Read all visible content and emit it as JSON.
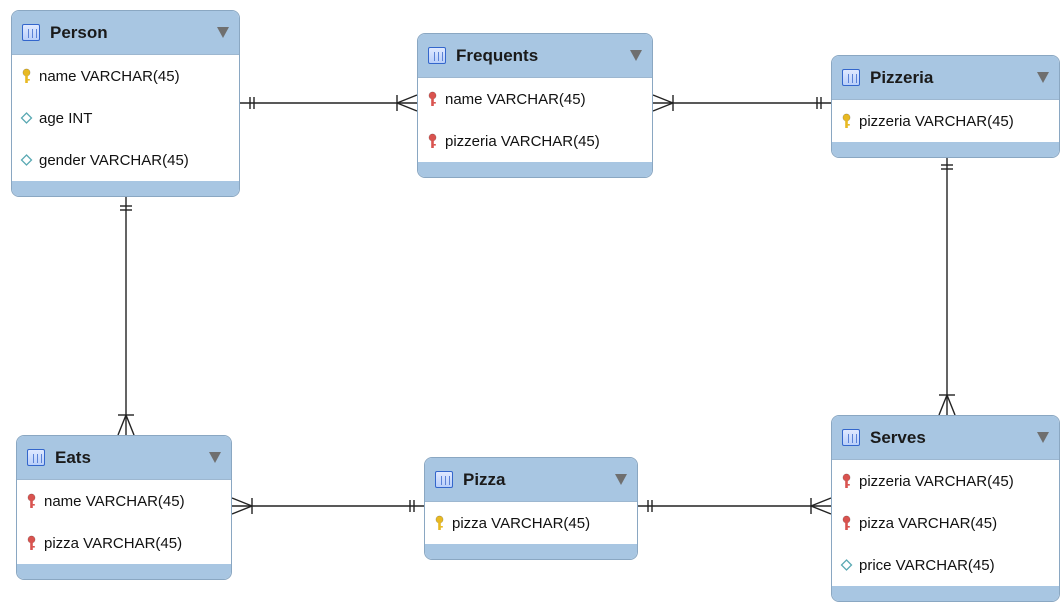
{
  "diagram": {
    "tables": [
      {
        "id": "person",
        "name": "Person",
        "columns": [
          {
            "text": "name VARCHAR(45)",
            "icon": "primary-key-icon",
            "color": "#e8b923"
          },
          {
            "text": "age INT",
            "icon": "column-diamond-icon",
            "color": "#5aa9b3"
          },
          {
            "text": "gender VARCHAR(45)",
            "icon": "column-diamond-icon",
            "color": "#5aa9b3"
          }
        ]
      },
      {
        "id": "frequents",
        "name": "Frequents",
        "columns": [
          {
            "text": "name VARCHAR(45)",
            "icon": "foreign-key-icon",
            "color": "#d9534f"
          },
          {
            "text": "pizzeria VARCHAR(45)",
            "icon": "foreign-key-icon",
            "color": "#d9534f"
          }
        ]
      },
      {
        "id": "pizzeria",
        "name": "Pizzeria",
        "columns": [
          {
            "text": "pizzeria VARCHAR(45)",
            "icon": "primary-key-icon",
            "color": "#e8b923"
          }
        ]
      },
      {
        "id": "eats",
        "name": "Eats",
        "columns": [
          {
            "text": "name VARCHAR(45)",
            "icon": "foreign-key-icon",
            "color": "#d9534f"
          },
          {
            "text": "pizza VARCHAR(45)",
            "icon": "foreign-key-icon",
            "color": "#d9534f"
          }
        ]
      },
      {
        "id": "pizza",
        "name": "Pizza",
        "columns": [
          {
            "text": "pizza VARCHAR(45)",
            "icon": "primary-key-icon",
            "color": "#e8b923"
          }
        ]
      },
      {
        "id": "serves",
        "name": "Serves",
        "columns": [
          {
            "text": "pizzeria VARCHAR(45)",
            "icon": "foreign-key-icon",
            "color": "#d9534f"
          },
          {
            "text": "pizza VARCHAR(45)",
            "icon": "foreign-key-icon",
            "color": "#d9534f"
          },
          {
            "text": "price VARCHAR(45)",
            "icon": "column-diamond-icon",
            "color": "#5aa9b3"
          }
        ]
      }
    ],
    "relationships": [
      {
        "from": "person",
        "to": "frequents",
        "from_end": "one",
        "to_end": "many"
      },
      {
        "from": "frequents",
        "to": "pizzeria",
        "from_end": "many",
        "to_end": "one"
      },
      {
        "from": "person",
        "to": "eats",
        "from_end": "one",
        "to_end": "many"
      },
      {
        "from": "eats",
        "to": "pizza",
        "from_end": "many",
        "to_end": "one"
      },
      {
        "from": "pizza",
        "to": "serves",
        "from_end": "one",
        "to_end": "many"
      },
      {
        "from": "pizzeria",
        "to": "serves",
        "from_end": "one",
        "to_end": "many"
      }
    ]
  }
}
